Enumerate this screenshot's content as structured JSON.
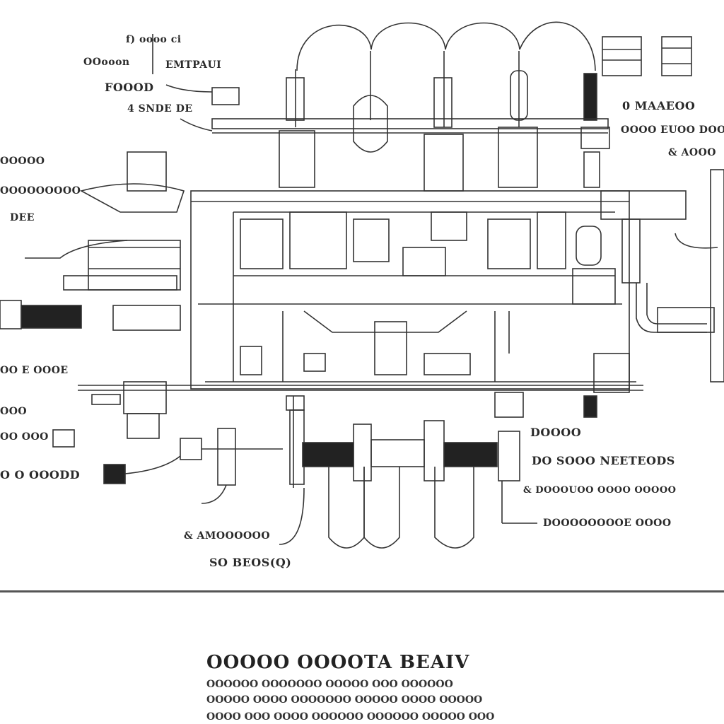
{
  "labels": {
    "top_left_1": "f) oooo ci",
    "top_left_2": "OOooon",
    "top_left_3": "EMTPAUI",
    "top_left_4": "FOOOD",
    "top_left_5": "4 SNDE DE",
    "left_1": "OOOOO",
    "left_2": "OOOOOOOOO",
    "left_3": "DEE",
    "left_4": "OO E OOOE",
    "left_5": "OOO",
    "left_6": "OO OOO",
    "left_7": "O O OOODD",
    "right_top_1": "0  MAAEOO",
    "right_top_2": "OOOO EUOO DOOO",
    "right_top_3": "& AOOO",
    "right_low_1": "DOOOO",
    "right_low_2": "DO     SOOO NEETEODS",
    "right_low_3": "& DOOOUOO OOOO OOOOO",
    "right_low_4": "DOOOOOOOOE OOOO",
    "bottom_center_1": "& AMOOOOOO",
    "bottom_center_2": "SO BEOS(Q)"
  },
  "caption": {
    "title": "OOOOO  OOOOTA  BEAIV",
    "line_1": "OOOOOO OOOOOOO OOOOO OOO OOOOOO",
    "line_2": "OOOOO OOOO OOOOOOO OOOOO  OOOO  OOOOO",
    "line_3": "OOOO  OOO  OOOO  OOOOOO OOOOOO  OOOOO OOO"
  }
}
